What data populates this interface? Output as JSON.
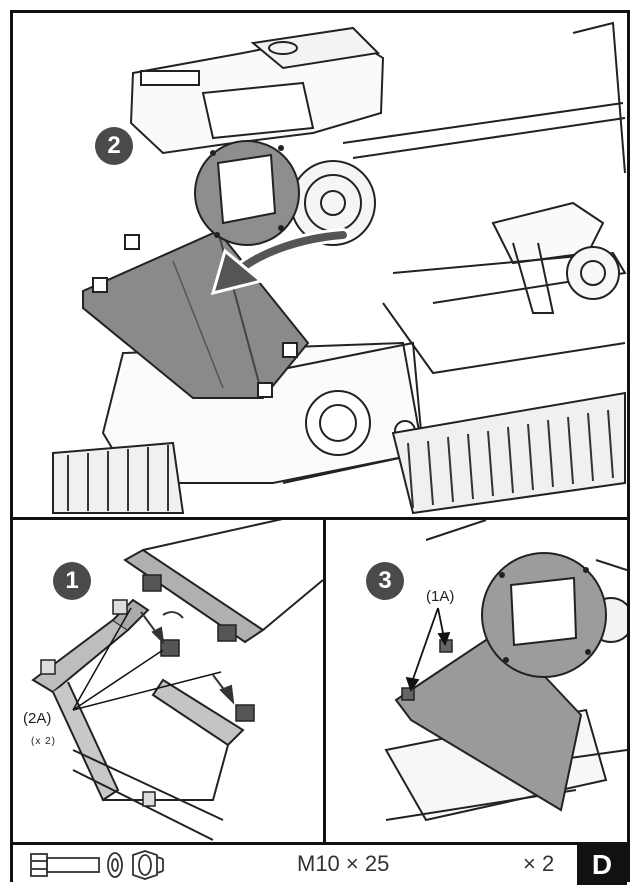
{
  "steps": {
    "step_1": "1",
    "step_2": "2",
    "step_3": "3"
  },
  "callouts": {
    "left_ref": "(2A)",
    "left_qty": "(x 2)",
    "right_ref": "(1A)"
  },
  "footer": {
    "hardware_spec": "M10 × 25",
    "quantity": "× 2",
    "section_letter": "D"
  },
  "icons": [
    "bolt-icon",
    "washer-icon",
    "nut-icon"
  ],
  "colors": {
    "badge": "#4a4a4a",
    "chute_plate": "#8a8a8a",
    "frame": "#111111"
  }
}
